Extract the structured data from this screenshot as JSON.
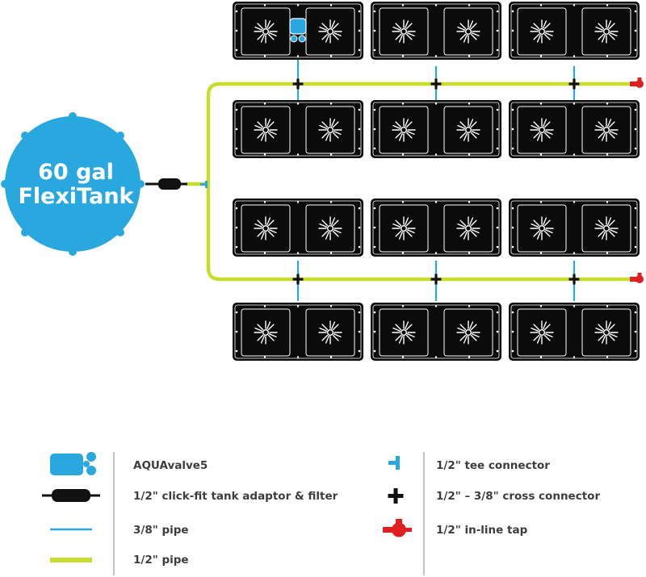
{
  "tank": {
    "line1": "60 gal",
    "line2": "FlexiTank"
  },
  "legend": {
    "left": [
      {
        "icon": "aquavalve-icon",
        "label": "AQUAvalve5"
      },
      {
        "icon": "tank-adaptor-filter-icon",
        "label": "1/2\" click-fit tank adaptor & filter"
      },
      {
        "icon": "small-pipe-icon",
        "label": "3/8\" pipe"
      },
      {
        "icon": "large-pipe-icon",
        "label": "1/2\" pipe"
      }
    ],
    "right": [
      {
        "icon": "tee-connector-icon",
        "label": "1/2\" tee connector"
      },
      {
        "icon": "cross-connector-icon",
        "label": "1/2\" – 3/8\" cross connector"
      },
      {
        "icon": "inline-tap-icon",
        "label": "1/2\" in-line tap"
      }
    ]
  },
  "colors": {
    "tank": "#29a8e0",
    "small_pipe": "#29a8e0",
    "large_pipe": "#c9dc2b",
    "tap": "#e02020",
    "connector": "#111111",
    "tray": "#0b0b0b",
    "divider": "#9a9a9a"
  }
}
